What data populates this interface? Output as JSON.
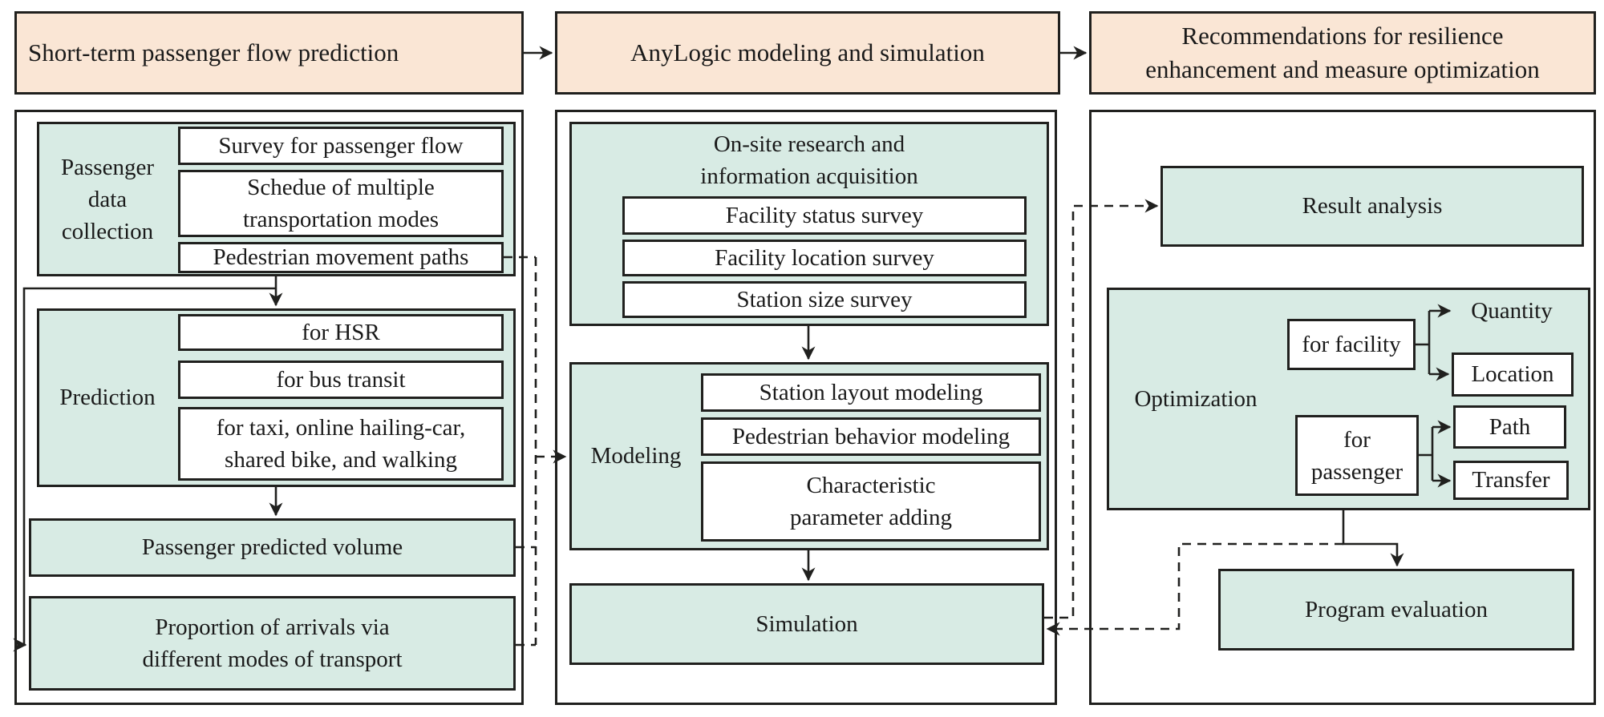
{
  "colors": {
    "header_fill": "#fae6d5",
    "teal_fill": "#d8ebe4",
    "border": "#20201e",
    "text": "#1a1a1a"
  },
  "headers": {
    "left": "Short-term passenger flow prediction",
    "middle": "AnyLogic modeling and simulation",
    "right_lines": [
      "Recommendations for resilience",
      "enhancement and measure optimization"
    ]
  },
  "left_panel": {
    "data_collection_label_lines": [
      "Passenger",
      "data",
      "collection"
    ],
    "survey": "Survey for passenger flow",
    "schedule_lines": [
      "Schedue of multiple",
      "transportation modes"
    ],
    "pedestrian": "Pedestrian movement paths",
    "prediction_label": "Prediction",
    "for_hsr": "for HSR",
    "for_bus": "for bus transit",
    "for_taxi_lines": [
      "for taxi, online hailing-car,",
      "shared bike, and walking"
    ],
    "predicted_volume": "Passenger predicted volume",
    "proportion_lines": [
      "Proportion of arrivals via",
      "different modes of transport"
    ]
  },
  "middle_panel": {
    "onsite_title_lines": [
      "On-site research and",
      "information acquisition"
    ],
    "facility_status": "Facility status survey",
    "facility_location": "Facility location survey",
    "station_size": "Station size survey",
    "modeling_label": "Modeling",
    "station_layout": "Station layout modeling",
    "pedestrian_behavior": "Pedestrian behavior modeling",
    "characteristic_lines": [
      "Characteristic",
      "parameter adding"
    ],
    "simulation": "Simulation"
  },
  "right_panel": {
    "result_analysis": "Result analysis",
    "optimization_label": "Optimization",
    "for_facility": "for facility",
    "quantity": "Quantity",
    "location": "Location",
    "for_passenger_lines": [
      "for",
      "passenger"
    ],
    "path": "Path",
    "transfer": "Transfer",
    "program_evaluation": "Program evaluation"
  }
}
